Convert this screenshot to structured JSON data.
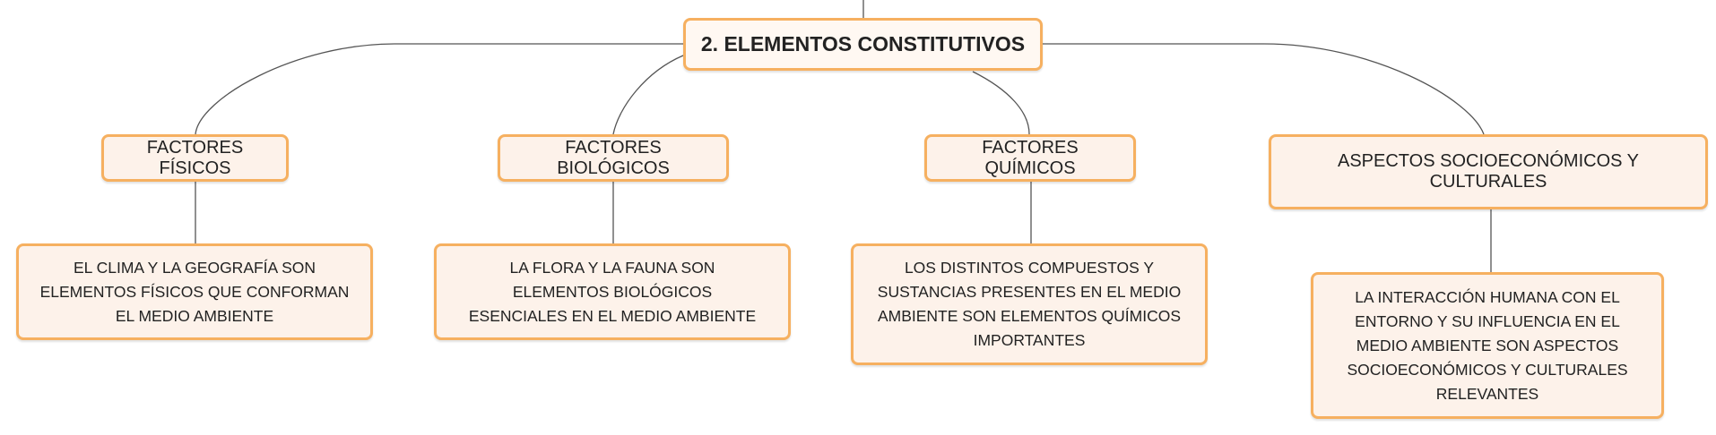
{
  "diagram": {
    "root": {
      "label": "2. ELEMENTOS CONSTITUTIVOS"
    },
    "branches": [
      {
        "label": "FACTORES FÍSICOS",
        "detail": "EL CLIMA Y LA GEOGRAFÍA SON ELEMENTOS FÍSICOS QUE CONFORMAN EL MEDIO AMBIENTE"
      },
      {
        "label": "FACTORES BIOLÓGICOS",
        "detail": "LA FLORA Y LA FAUNA SON ELEMENTOS BIOLÓGICOS ESENCIALES EN EL MEDIO AMBIENTE"
      },
      {
        "label": "FACTORES QUÍMICOS",
        "detail": "LOS DISTINTOS COMPUESTOS Y SUSTANCIAS PRESENTES EN EL MEDIO AMBIENTE SON ELEMENTOS QUÍMICOS IMPORTANTES"
      },
      {
        "label": "ASPECTOS SOCIOECONÓMICOS Y CULTURALES",
        "detail": "LA INTERACCIÓN HUMANA CON EL ENTORNO Y SU INFLUENCIA EN EL MEDIO AMBIENTE SON ASPECTOS SOCIOECONÓMICOS Y CULTURALES RELEVANTES"
      }
    ],
    "colors": {
      "node_fill": "#fdf2ea",
      "node_border": "#f6b060",
      "connector": "#555555",
      "text": "#222222"
    }
  }
}
